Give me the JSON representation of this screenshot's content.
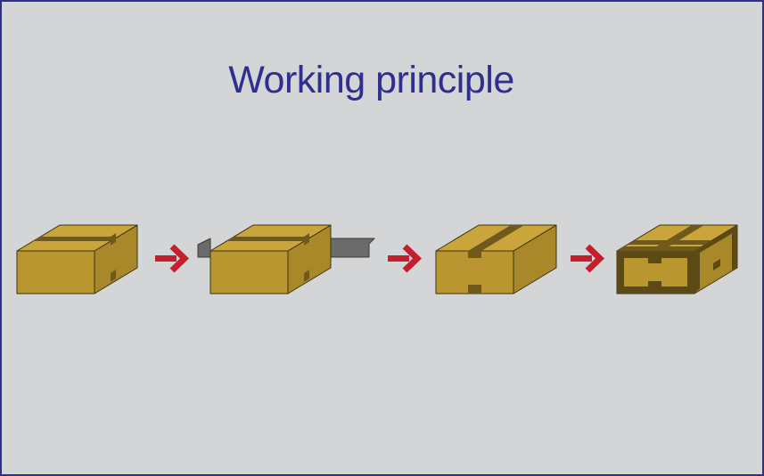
{
  "title": "Working principle",
  "colors": {
    "frame_border": "#2e2f8e",
    "background": "#d4d5d7",
    "title_text": "#2e2f8e",
    "box_front": "#b9962f",
    "box_top": "#caa53b",
    "box_side": "#a88828",
    "box_outline": "#3d3311",
    "tape": "#6f5a1c",
    "tape_dark": "#5c4a16",
    "conveyor_bar": "#6b6b6b",
    "arrow": "#c51f2e"
  },
  "steps": [
    {
      "name": "box-open-flaps",
      "icon": "box-icon"
    },
    {
      "name": "box-on-conveyor",
      "icon": "box-icon"
    },
    {
      "name": "box-top-taped",
      "icon": "box-icon"
    },
    {
      "name": "box-fully-sealed",
      "icon": "box-icon"
    }
  ],
  "arrows": [
    {
      "icon": "right-arrow-icon"
    },
    {
      "icon": "right-arrow-icon"
    },
    {
      "icon": "right-arrow-icon"
    }
  ]
}
